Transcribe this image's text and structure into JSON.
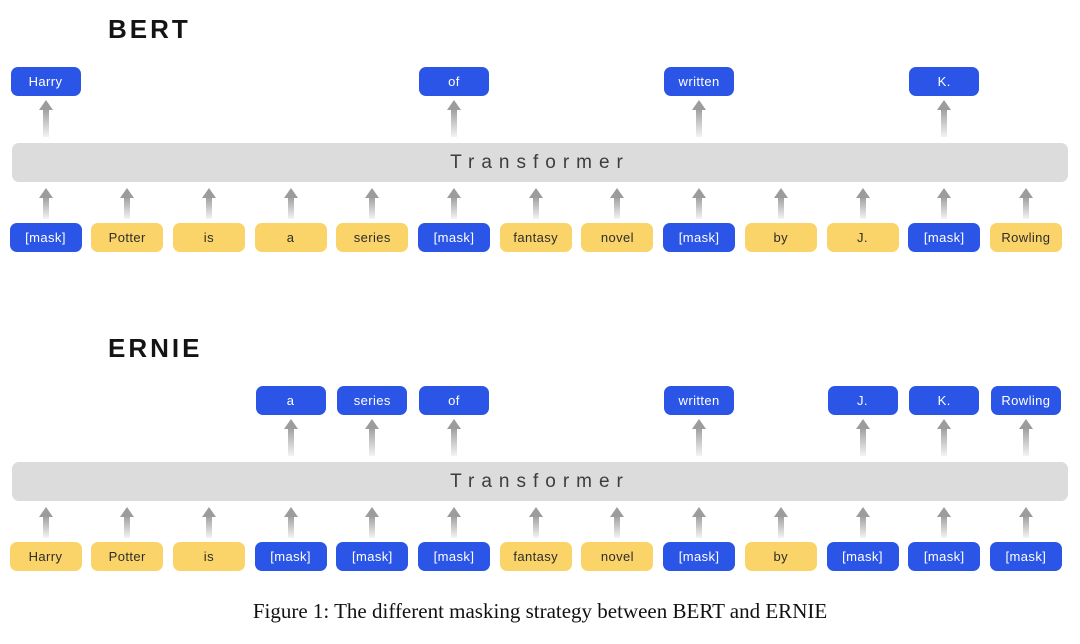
{
  "figure": {
    "caption": "Figure 1: The different masking strategy between BERT and ERNIE",
    "colors": {
      "masked_token": "#2B55E6",
      "unmasked_token": "#FAD469",
      "transformer_bar": "#DCDCDC",
      "arrow": "#9C9C9C"
    },
    "panels": [
      {
        "title": "BERT",
        "transformer_label": "Transformer",
        "outputs": [
          {
            "slot": 0,
            "label": "Harry"
          },
          {
            "slot": 5,
            "label": "of"
          },
          {
            "slot": 8,
            "label": "written"
          },
          {
            "slot": 11,
            "label": "K."
          }
        ],
        "tokens": [
          {
            "label": "[mask]",
            "masked": true
          },
          {
            "label": "Potter",
            "masked": false
          },
          {
            "label": "is",
            "masked": false
          },
          {
            "label": "a",
            "masked": false
          },
          {
            "label": "series",
            "masked": false
          },
          {
            "label": "[mask]",
            "masked": true
          },
          {
            "label": "fantasy",
            "masked": false
          },
          {
            "label": "novel",
            "masked": false
          },
          {
            "label": "[mask]",
            "masked": true
          },
          {
            "label": "by",
            "masked": false
          },
          {
            "label": "J.",
            "masked": false
          },
          {
            "label": "[mask]",
            "masked": true
          },
          {
            "label": "Rowling",
            "masked": false
          }
        ]
      },
      {
        "title": "ERNIE",
        "transformer_label": "Transformer",
        "outputs": [
          {
            "slot": 3,
            "label": "a"
          },
          {
            "slot": 4,
            "label": "series"
          },
          {
            "slot": 5,
            "label": "of"
          },
          {
            "slot": 8,
            "label": "written"
          },
          {
            "slot": 10,
            "label": "J."
          },
          {
            "slot": 11,
            "label": "K."
          },
          {
            "slot": 12,
            "label": "Rowling"
          }
        ],
        "tokens": [
          {
            "label": "Harry",
            "masked": false
          },
          {
            "label": "Potter",
            "masked": false
          },
          {
            "label": "is",
            "masked": false
          },
          {
            "label": "[mask]",
            "masked": true
          },
          {
            "label": "[mask]",
            "masked": true
          },
          {
            "label": "[mask]",
            "masked": true
          },
          {
            "label": "fantasy",
            "masked": false
          },
          {
            "label": "novel",
            "masked": false
          },
          {
            "label": "[mask]",
            "masked": true
          },
          {
            "label": "by",
            "masked": false
          },
          {
            "label": "[mask]",
            "masked": true
          },
          {
            "label": "[mask]",
            "masked": true
          },
          {
            "label": "[mask]",
            "masked": true
          }
        ]
      }
    ]
  }
}
